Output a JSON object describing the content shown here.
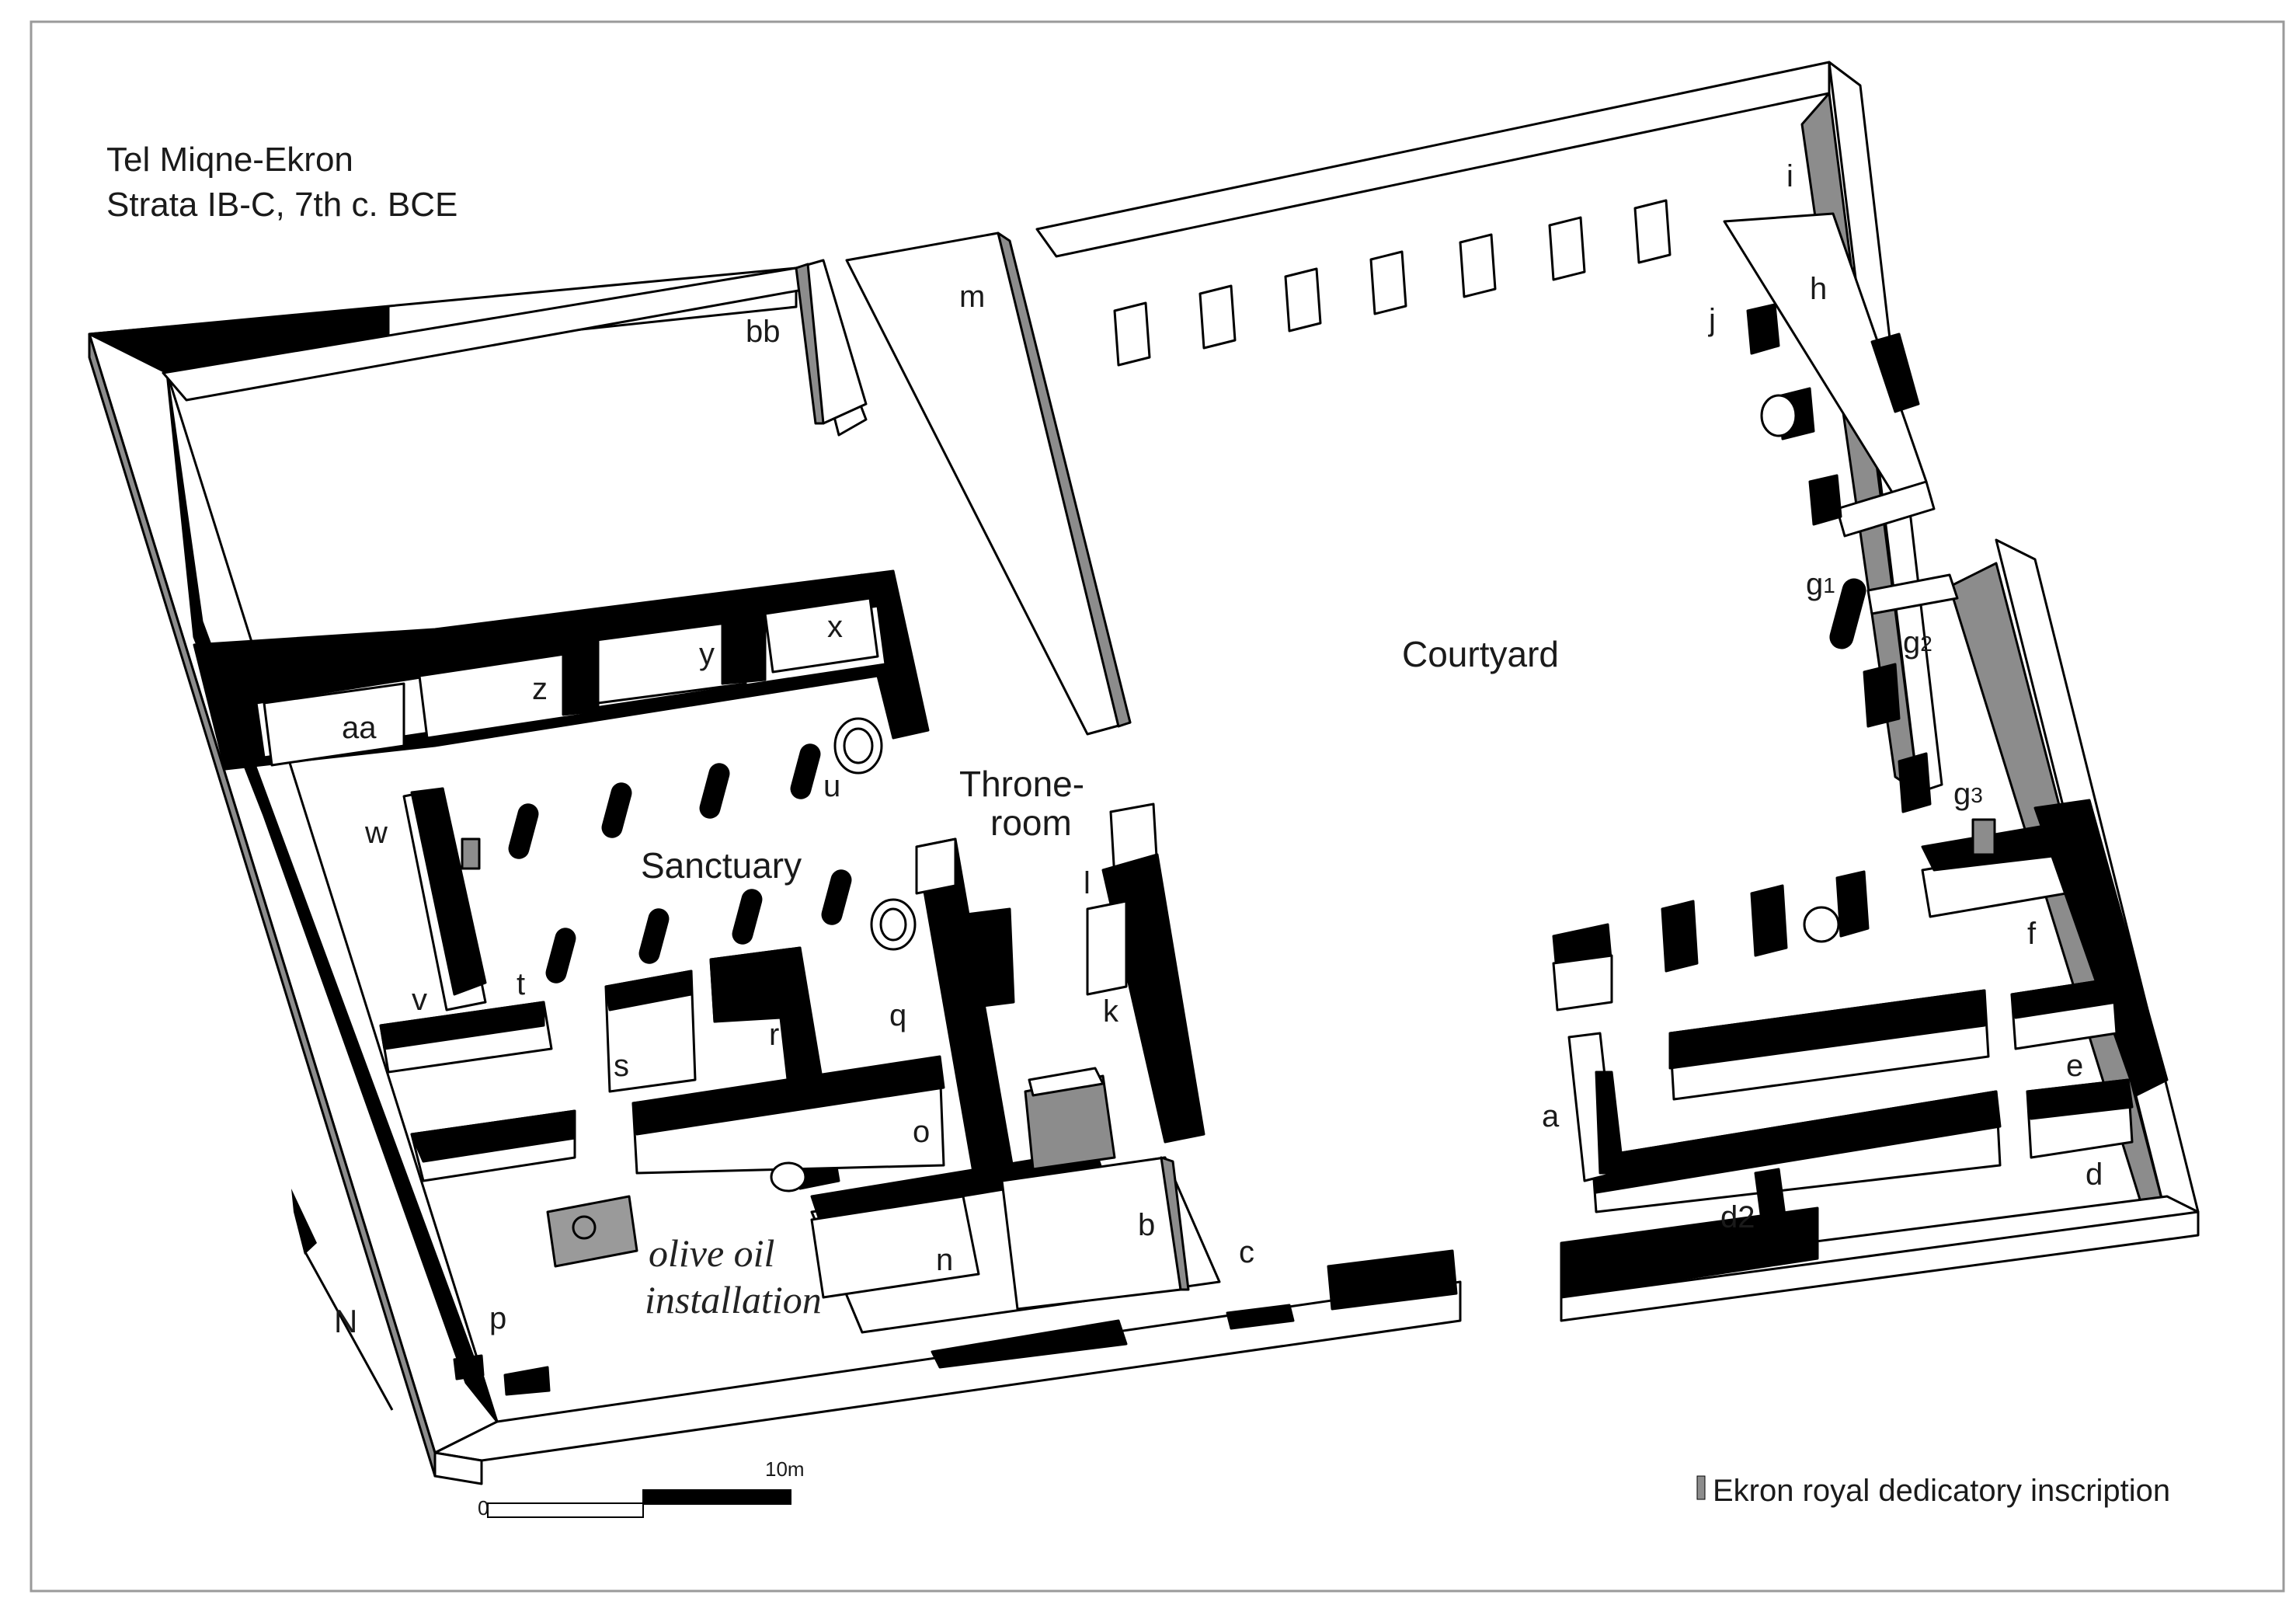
{
  "title": {
    "line1": "Tel Miqne-Ekron",
    "line2": "Strata IB-C, 7th c. BCE"
  },
  "areas": {
    "courtyard": "Courtyard",
    "sanctuary": "Sanctuary",
    "throne_line1": "Throne-",
    "throne_line2": "room",
    "olive_line1": "olive oil",
    "olive_line2": "installation"
  },
  "room_labels": {
    "a": "a",
    "b": "b",
    "c": "c",
    "d": "d",
    "d2": "d2",
    "e": "e",
    "f": "f",
    "g1_base": "g",
    "g1_sub": "1",
    "g2_base": "g",
    "g2_sub": "2",
    "g3_base": "g",
    "g3_sub": "3",
    "h": "h",
    "i": "i",
    "j": "j",
    "k": "k",
    "l": "l",
    "m": "m",
    "n": "n",
    "o": "o",
    "p": "p",
    "q": "q",
    "r": "r",
    "s": "s",
    "t": "t",
    "u": "u",
    "v": "v",
    "w": "w",
    "x": "x",
    "y": "y",
    "z": "z",
    "aa": "aa",
    "bb": "bb"
  },
  "north_arrow": {
    "label": "N"
  },
  "scale_bar": {
    "zero": "0",
    "end": "10m"
  },
  "legend": {
    "inscription": "Ekron royal dedicatory inscription"
  },
  "colors": {
    "wall_black": "#000000",
    "wall_gray": "#8c8c8c",
    "wall_top": "#ffffff",
    "frame": "#9a9a9a"
  }
}
